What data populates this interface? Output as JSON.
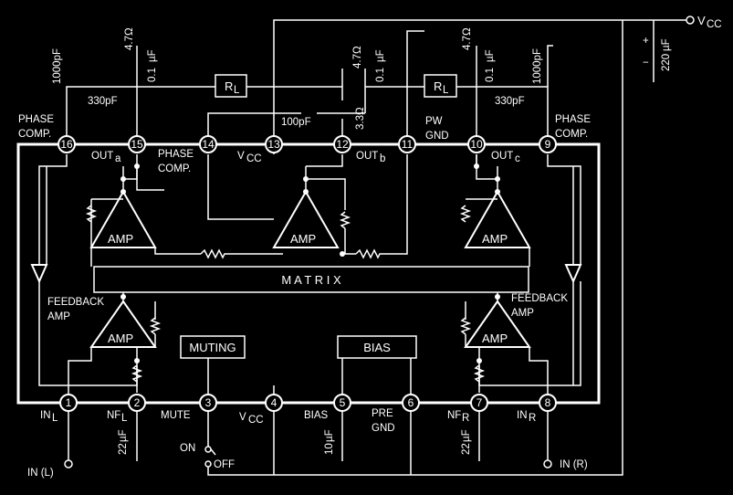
{
  "diagram": {
    "pins": [
      "1",
      "2",
      "3",
      "4",
      "5",
      "6",
      "7",
      "8",
      "9",
      "10",
      "11",
      "12",
      "13",
      "14",
      "15",
      "16"
    ],
    "pin_labels": {
      "p16": "PHASE",
      "p16b": "COMP.",
      "p14": "PHASE",
      "p14b": "COMP.",
      "p13": "V",
      "p13s": "CC",
      "p11": "PW",
      "p11b": "GND",
      "p9": "PHASE",
      "p9b": "COMP.",
      "p1": "IN",
      "p1s": "L",
      "p2": "NF",
      "p2s": "L",
      "p3": "MUTE",
      "p4": "V",
      "p4s": "CC",
      "p5": "BIAS",
      "p6": "PRE",
      "p6b": "GND",
      "p7": "NF",
      "p7s": "R",
      "p8": "IN",
      "p8s": "R"
    },
    "outputs": {
      "a": "OUT",
      "a_s": "a",
      "b": "OUT",
      "b_s": "b",
      "c": "OUT",
      "c_s": "c"
    },
    "blocks": {
      "amp": "AMP",
      "matrix": "M A T R I X",
      "muting": "MUTING",
      "bias": "BIAS",
      "feedback_left": [
        "FEEDBACK",
        "AMP"
      ],
      "feedback_right": [
        "FEEDBACK",
        "AMP"
      ]
    },
    "components": {
      "cap_1000pF": "1000pF",
      "cap_330pF": "330pF",
      "res_4_7": "4.7Ω",
      "cap_0_1": "0.1",
      "cap_0_1_unit": "µF",
      "rl": "R",
      "rl_s": "L",
      "cap_100pF": "100pF",
      "res_3_3": "3.3Ω",
      "cap_220": "220",
      "cap_220_unit": "µF",
      "cap_22": "22",
      "cap_22_unit": "µF",
      "cap_10": "10",
      "cap_10_unit": "µF",
      "plus": "+",
      "minus": "−"
    },
    "supply": {
      "v": "V",
      "sub": "CC"
    },
    "switch": {
      "on": "ON",
      "off": "OFF"
    },
    "inputs": {
      "left": "IN (L)",
      "right": "IN (R)"
    }
  }
}
